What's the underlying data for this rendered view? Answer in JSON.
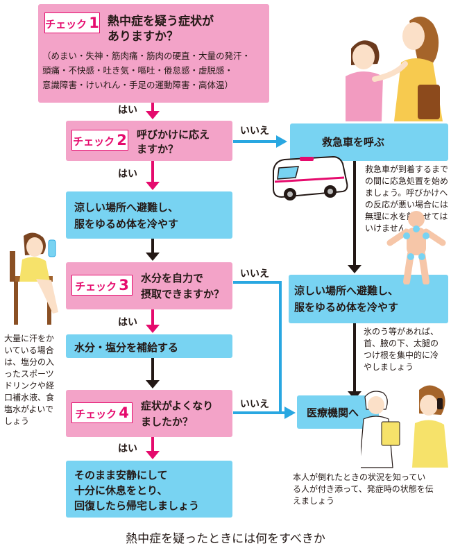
{
  "check_prefix": "チェック",
  "check1": {
    "num": "1",
    "question_line1": "熱中症を疑う症状が",
    "question_line2": "ありますか？",
    "symptoms_line1": "（めまい・失神・筋肉痛・筋肉の硬直・大量の発汗・",
    "symptoms_line2": "頭痛・不快感・吐き気・嘔吐・倦怠感・虚脱感・",
    "symptoms_line3": "意識障害・けいれん・手足の運動障害・高体温）"
  },
  "check2": {
    "num": "2",
    "question_line1": "呼びかけに応え",
    "question_line2": "ますか？"
  },
  "check3": {
    "num": "3",
    "question_line1": "水分を自力で",
    "question_line2": "摂取できますか？"
  },
  "check4": {
    "num": "4",
    "question_line1": "症状がよくなり",
    "question_line2": "ましたか？"
  },
  "labels": {
    "yes": "はい",
    "no": "いいえ"
  },
  "actions": {
    "cool_line1": "涼しい場所へ避難し、",
    "cool_line2": "服をゆるめ体を冷やす",
    "hydrate": "水分・塩分を補給する",
    "rest_line1": "そのまま安静にして",
    "rest_line2": "十分に休息をとり、",
    "rest_line3": "回復したら帰宅しましょう",
    "ambulance": "救急車を呼ぶ",
    "cool2_line1": "涼しい場所へ避難し、",
    "cool2_line2": "服をゆるめ体を冷やす",
    "hospital": "医療機関へ"
  },
  "notes": {
    "ambulance": [
      "救急車が到着するまで",
      "の間に応急処置を始め",
      "ましょう。呼びかけへ",
      "の反応が悪い場合には",
      "無理に水を飲ませては",
      "いけません"
    ],
    "ice": [
      "氷のう等があれば、",
      "首、腋の下、太腿の",
      "つけ根を集中的に冷",
      "やしましょう"
    ],
    "sweat": [
      "大量に汗をか",
      "いている場合",
      "は、塩分の入",
      "ったスポーツ",
      "ドリンクや経",
      "口補水液、食",
      "塩水がよいで",
      "しょう"
    ],
    "hospital": [
      "本人が倒れたときの状況を知ってい",
      "る人が付き添って、発症時の状態を伝",
      "えましょう"
    ]
  },
  "caption": "熱中症を疑ったときには何をすべきか",
  "colors": {
    "pink": "#f3a3c8",
    "blue": "#78d3f2",
    "magenta": "#e50b6d",
    "arrow_blue": "#29a7e1",
    "text": "#231815"
  },
  "icons": {
    "ambulance": "ambulance-illustration",
    "girl_mother": "sick-girl-and-mother-illustration",
    "drinking": "girl-drinking-illustration",
    "body": "body-cooling-points-illustration",
    "nurse": "nurse-and-companion-illustration"
  }
}
